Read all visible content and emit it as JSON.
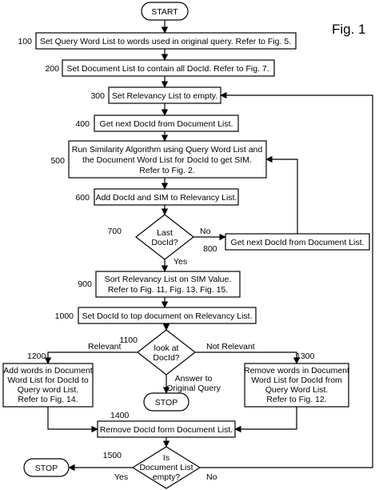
{
  "figure_label": "Fig. 1",
  "terminals": {
    "start": "START",
    "stop_main": "STOP",
    "stop_final": "STOP"
  },
  "steps": {
    "s100": {
      "number": "100",
      "lines": [
        "Set Query Word List to words used in original query. Refer to Fig. 5."
      ]
    },
    "s200": {
      "number": "200",
      "lines": [
        "Set Document List to contain all DocId. Refer to Fig. 7."
      ]
    },
    "s300": {
      "number": "300",
      "lines": [
        "Set Relevancy List to empty."
      ]
    },
    "s400": {
      "number": "400",
      "lines": [
        "Get next DocId from Document List."
      ]
    },
    "s500": {
      "number": "500",
      "lines": [
        "Run Similarity Algorithm using Query Word List and",
        "the Document Word List for DocId to get SIM.",
        "Refer to Fig. 2."
      ]
    },
    "s600": {
      "number": "600",
      "lines": [
        "Add DocId and SIM to Relevancy List."
      ]
    },
    "s800": {
      "number": "800",
      "lines": [
        "Get next DocId from Document List."
      ]
    },
    "s900": {
      "number": "900",
      "lines": [
        "Sort Relevancy List on SIM Value.",
        "Refer to Fig. 11, Fig. 13, Fig. 15."
      ]
    },
    "s1000": {
      "number": "1000",
      "lines": [
        "Set DocId to top document on Relevancy List."
      ]
    },
    "s1200": {
      "number": "1200",
      "lines": [
        "Add words in Document",
        "Word List for DocId to",
        "Query word List.",
        "Refer to Fig. 14."
      ]
    },
    "s1300": {
      "number": "1300",
      "lines": [
        "Remove words in Document",
        "Word List for DocId from",
        "Query Word List.",
        "Refer to Fig. 12."
      ]
    },
    "s1400": {
      "number": "1400",
      "lines": [
        "Remove DocId form Document List."
      ]
    }
  },
  "decisions": {
    "d700": {
      "number": "700",
      "lines": [
        "Last",
        "DocId?"
      ],
      "no_label": "No",
      "yes_label": "Yes"
    },
    "d1100": {
      "number": "1100",
      "lines": [
        "look at",
        "DocId?"
      ],
      "left_label": "Relevant",
      "right_label": "Not Relevant",
      "bottom_lines": [
        "Answer to",
        "Original Query"
      ]
    },
    "d1500": {
      "number": "1500",
      "lines": [
        "Is",
        "Document List",
        "empty?"
      ],
      "yes_label": "Yes",
      "no_label": "No"
    }
  }
}
